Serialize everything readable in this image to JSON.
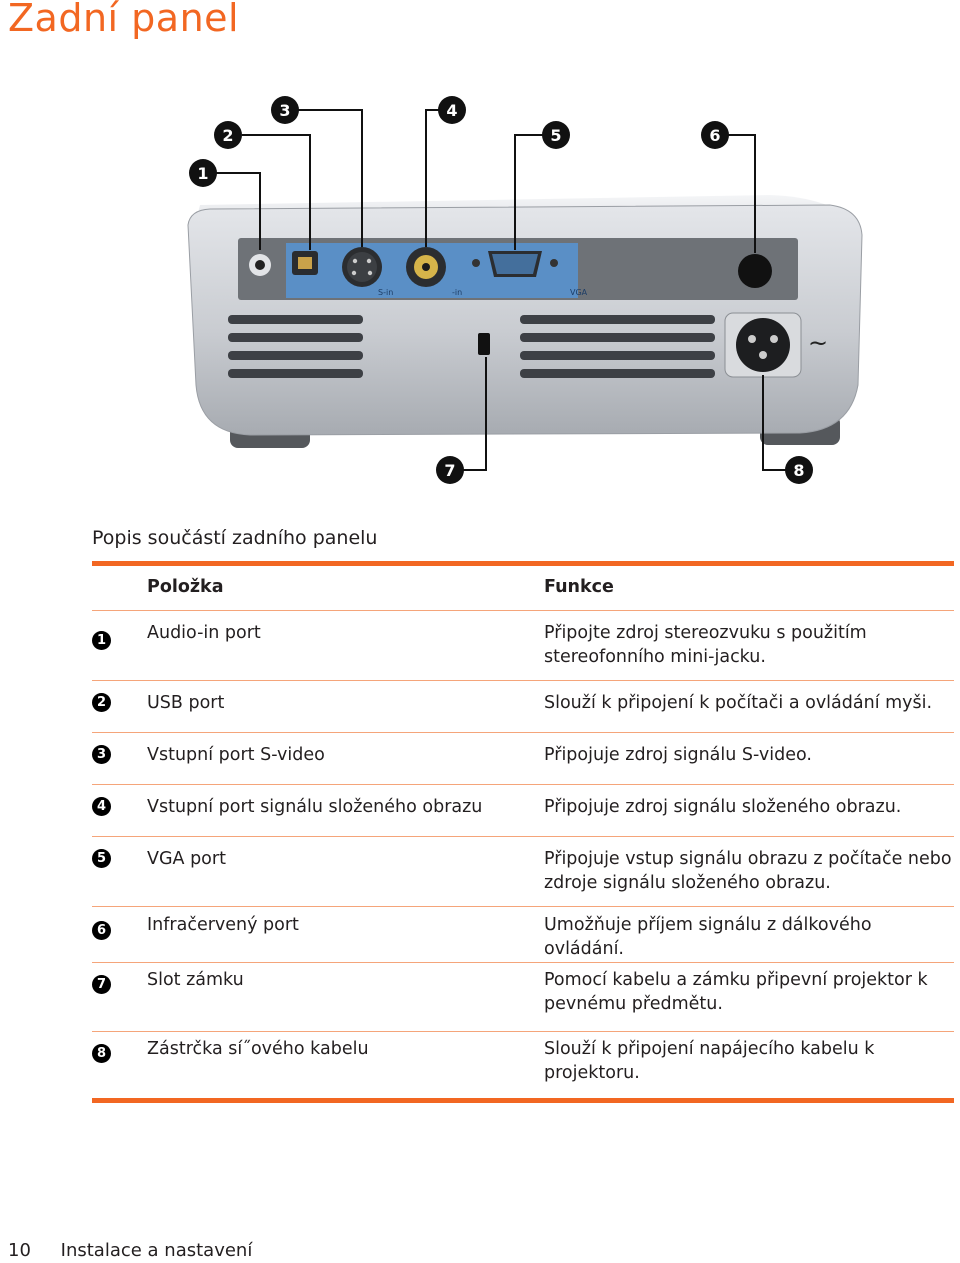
{
  "page": {
    "title": "Zadní panel",
    "caption": "Popis součástí zadního panelu"
  },
  "figure": {
    "callouts": [
      "1",
      "2",
      "3",
      "4",
      "5",
      "6",
      "7",
      "8"
    ],
    "panel_labels": {
      "svideo": "S-in",
      "composite": "-in",
      "vga": "VGA"
    }
  },
  "table": {
    "headers": {
      "item": "Položka",
      "function": "Funkce"
    },
    "rows": [
      {
        "num": "1",
        "item": "Audio-in port",
        "function": "Připojte zdroj stereozvuku s použitím stereofonního mini-jacku."
      },
      {
        "num": "2",
        "item": "USB port",
        "function": "Slouží k připojení k počítači a ovládání myši."
      },
      {
        "num": "3",
        "item": "Vstupní port S-video",
        "function": "Připojuje zdroj signálu S-video."
      },
      {
        "num": "4",
        "item": "Vstupní port signálu složeného obrazu",
        "function": "Připojuje zdroj signálu složeného obrazu."
      },
      {
        "num": "5",
        "item": "VGA port",
        "function": "Připojuje vstup signálu obrazu z počítače nebo zdroje signálu složeného obrazu."
      },
      {
        "num": "6",
        "item": "Infračervený port",
        "function": "Umožňuje příjem signálu z dálkového ovládání."
      },
      {
        "num": "7",
        "item": "Slot zámku",
        "function": "Pomocí kabelu a zámku připevní projektor k pevnému předmětu."
      },
      {
        "num": "8",
        "item": "Zástrčka sí˝ového kabelu",
        "function": "Slouží k připojení napájecího kabelu k projektoru."
      }
    ]
  },
  "footer": {
    "page_number": "10",
    "section": "Instalace a nastavení"
  }
}
